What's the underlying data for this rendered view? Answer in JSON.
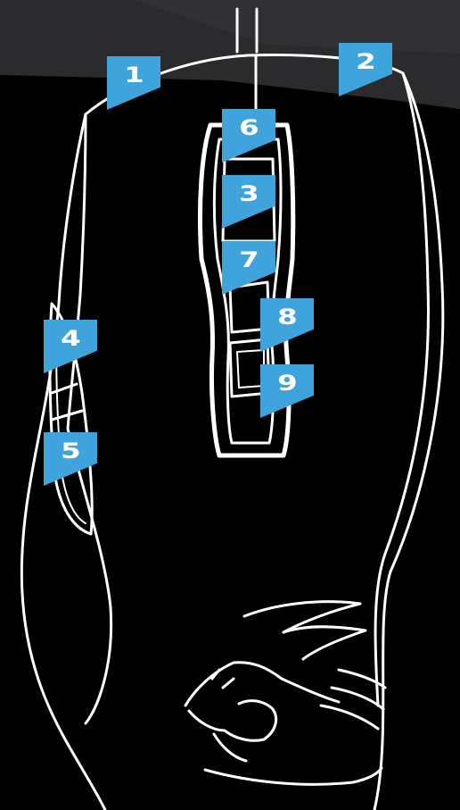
{
  "colors": {
    "background": "#000000",
    "header_band": "#2b2b2e",
    "outline": "#ffffff",
    "badge": "#3fa3dc",
    "badge_text": "#ffffff"
  },
  "callouts": [
    {
      "id": "1",
      "label": "1"
    },
    {
      "id": "2",
      "label": "2"
    },
    {
      "id": "3",
      "label": "3"
    },
    {
      "id": "4",
      "label": "4"
    },
    {
      "id": "5",
      "label": "5"
    },
    {
      "id": "6",
      "label": "6"
    },
    {
      "id": "7",
      "label": "7"
    },
    {
      "id": "8",
      "label": "8"
    },
    {
      "id": "9",
      "label": "9"
    }
  ],
  "logo": {
    "icon": "roccat-beast-logo-icon"
  }
}
